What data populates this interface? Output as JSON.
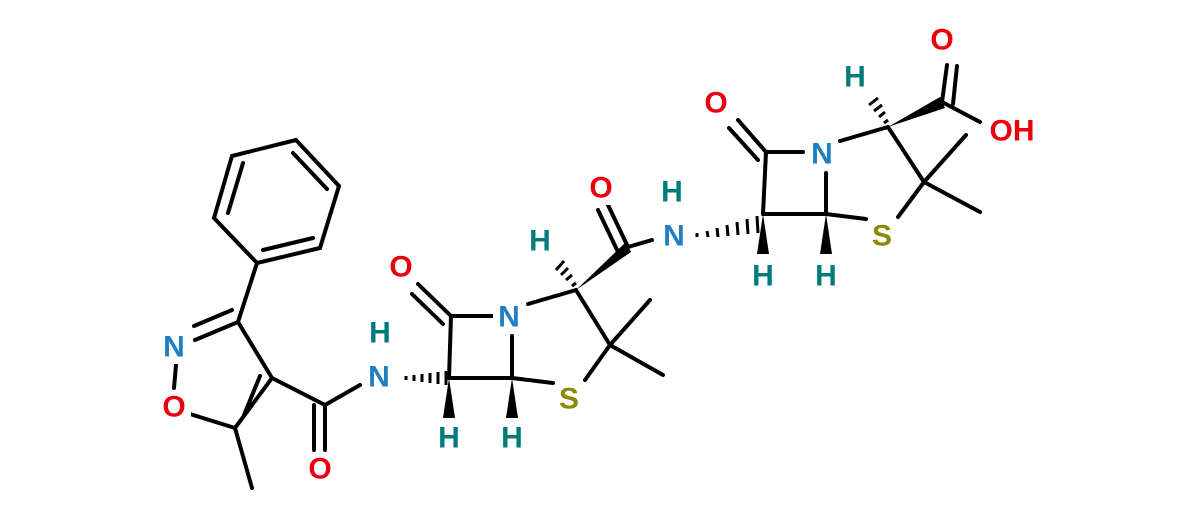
{
  "molecule": {
    "atoms": {
      "o_carboxyl": "O",
      "oh_carboxyl": "OH",
      "h_right_alpha": "H",
      "o_right_lactam": "O",
      "n_right_ring": "N",
      "s_right_ring": "S",
      "h_right_c6": "H",
      "h_right_c5": "H",
      "o_mid_amide": "O",
      "h_mid_amide": "H",
      "n_mid_amide": "N",
      "h_left_alpha": "H",
      "o_left_lactam": "O",
      "n_left_ring": "N",
      "s_left_ring": "S",
      "h_left_c6": "H",
      "h_left_c5": "H",
      "h_left_amide": "H",
      "n_left_amide": "N",
      "o_left_amide": "O",
      "n_isoxazole": "N",
      "o_isoxazole": "O"
    },
    "colors": {
      "oxygen": "#e8000c",
      "nitrogen": "#1f7fc0",
      "sulfur": "#8a8a00",
      "hydrogen": "#007a7a",
      "bond": "#000000"
    }
  }
}
